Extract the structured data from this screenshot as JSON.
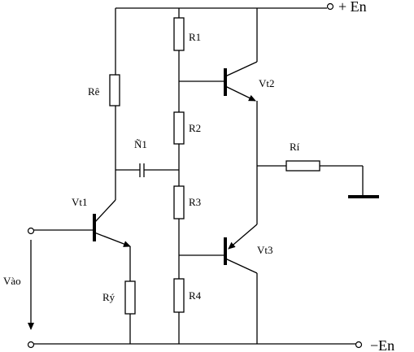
{
  "labels": {
    "supply_plus": "+ En",
    "supply_minus": "−En",
    "r1": "R1",
    "r2": "R2",
    "r3": "R3",
    "r4": "R4",
    "r_collector": "Rê",
    "r_emitter": "Rý",
    "r_load": "Rí",
    "capacitor": "Ñ1",
    "vt1": "Vt1",
    "vt2": "Vt2",
    "vt3": "Vt3",
    "input": "Vào"
  }
}
